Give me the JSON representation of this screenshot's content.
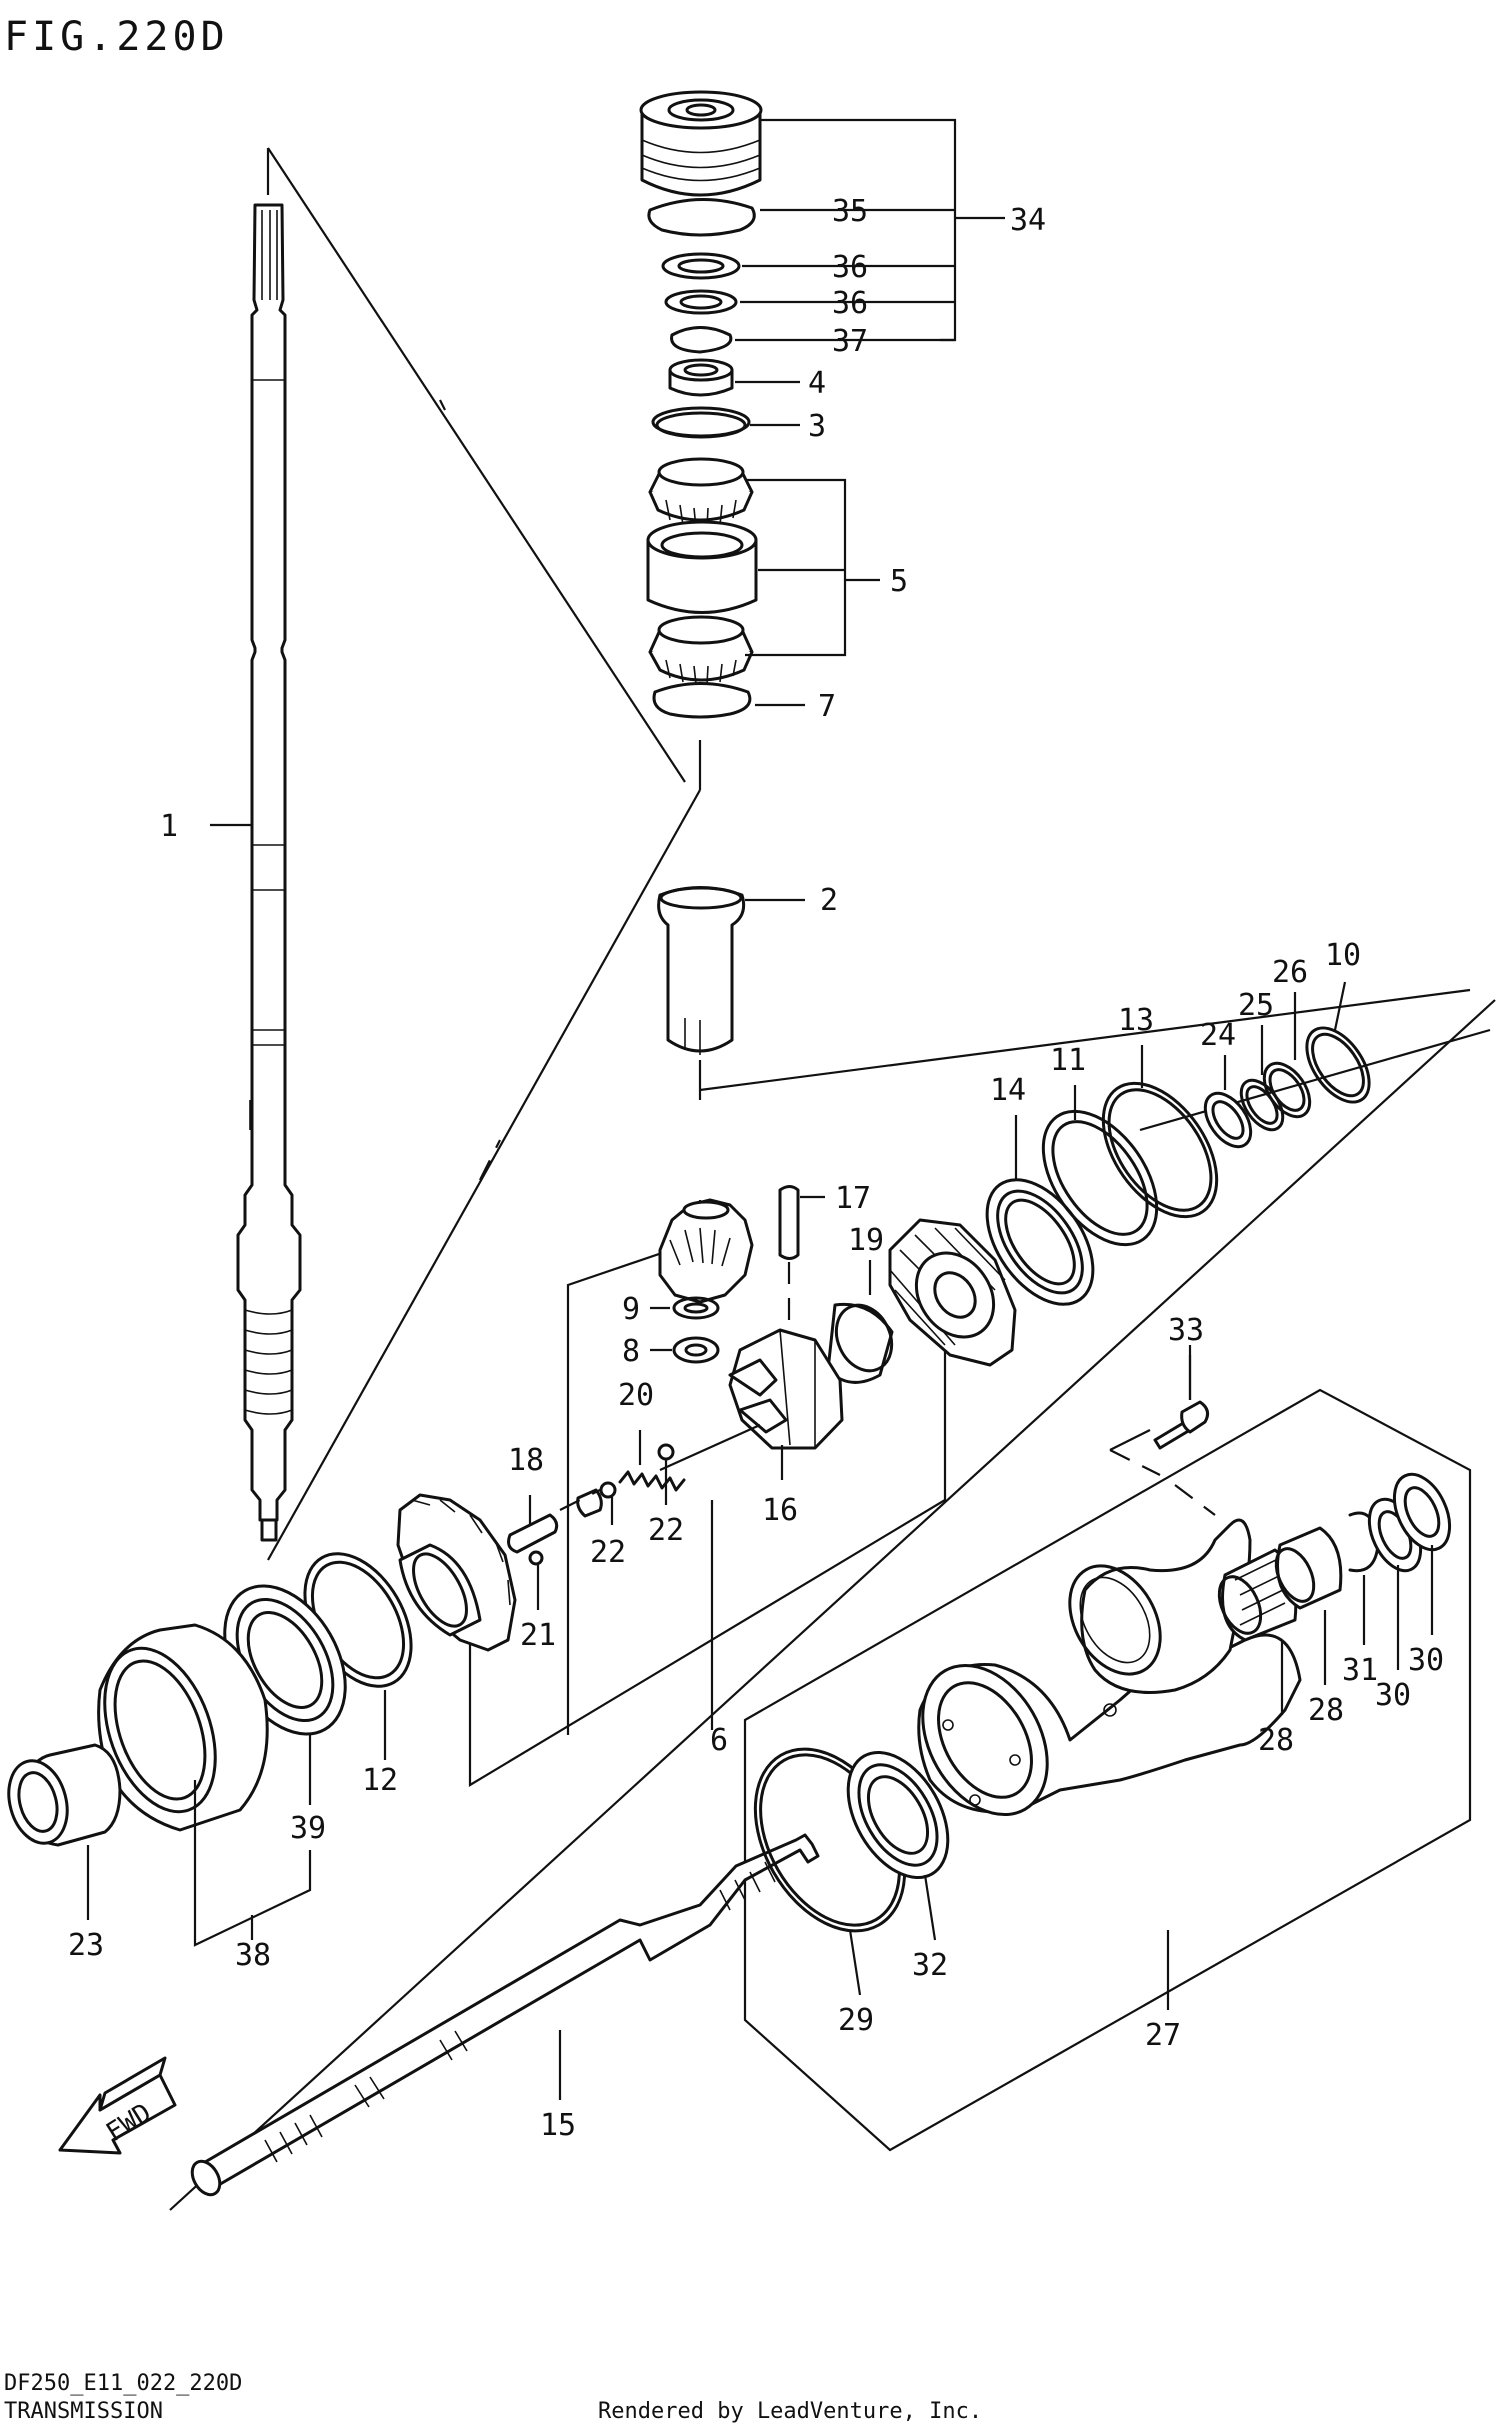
{
  "figure": {
    "title": "FIG.220D",
    "code": "DF250_E11_022_220D",
    "section": "TRANSMISSION",
    "rendered_by": "Rendered by LeadVenture, Inc."
  },
  "arrow_label": "FWD",
  "callouts": [
    {
      "id": "1",
      "text": "1"
    },
    {
      "id": "2",
      "text": "2"
    },
    {
      "id": "3",
      "text": "3"
    },
    {
      "id": "4",
      "text": "4"
    },
    {
      "id": "5",
      "text": "5"
    },
    {
      "id": "6",
      "text": "6"
    },
    {
      "id": "7",
      "text": "7"
    },
    {
      "id": "8",
      "text": "8"
    },
    {
      "id": "9",
      "text": "9"
    },
    {
      "id": "10",
      "text": "10"
    },
    {
      "id": "11",
      "text": "11"
    },
    {
      "id": "12",
      "text": "12"
    },
    {
      "id": "13",
      "text": "13"
    },
    {
      "id": "14",
      "text": "14"
    },
    {
      "id": "15",
      "text": "15"
    },
    {
      "id": "16",
      "text": "16"
    },
    {
      "id": "17",
      "text": "17"
    },
    {
      "id": "18",
      "text": "18"
    },
    {
      "id": "19",
      "text": "19"
    },
    {
      "id": "20",
      "text": "20"
    },
    {
      "id": "21",
      "text": "21"
    },
    {
      "id": "22a",
      "text": "22"
    },
    {
      "id": "22b",
      "text": "22"
    },
    {
      "id": "23",
      "text": "23"
    },
    {
      "id": "24",
      "text": "24"
    },
    {
      "id": "25",
      "text": "25"
    },
    {
      "id": "26",
      "text": "26"
    },
    {
      "id": "27",
      "text": "27"
    },
    {
      "id": "28a",
      "text": "28"
    },
    {
      "id": "28b",
      "text": "28"
    },
    {
      "id": "29",
      "text": "29"
    },
    {
      "id": "30a",
      "text": "30"
    },
    {
      "id": "30b",
      "text": "30"
    },
    {
      "id": "31",
      "text": "31"
    },
    {
      "id": "32",
      "text": "32"
    },
    {
      "id": "33",
      "text": "33"
    },
    {
      "id": "34",
      "text": "34"
    },
    {
      "id": "35",
      "text": "35"
    },
    {
      "id": "36a",
      "text": "36"
    },
    {
      "id": "36b",
      "text": "36"
    },
    {
      "id": "37",
      "text": "37"
    },
    {
      "id": "38",
      "text": "38"
    },
    {
      "id": "39",
      "text": "39"
    }
  ]
}
